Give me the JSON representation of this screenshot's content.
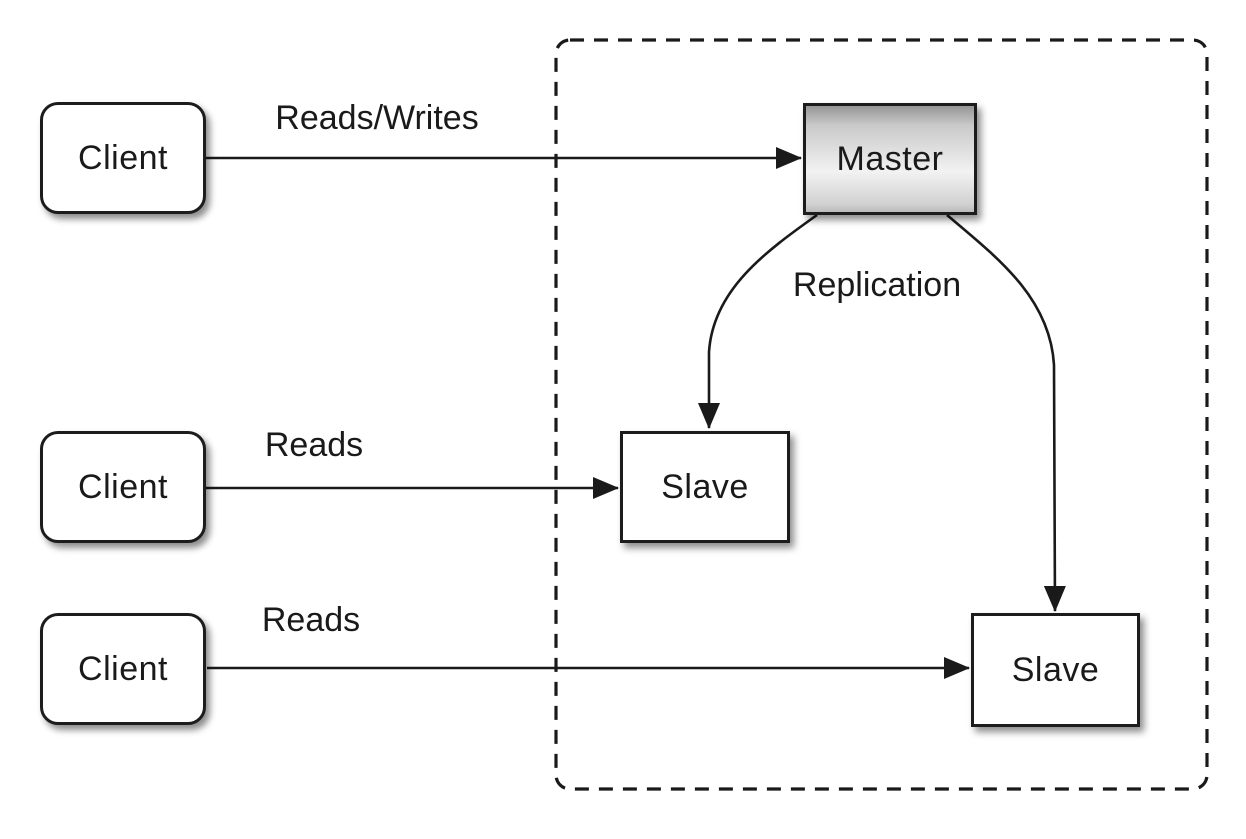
{
  "nodes": {
    "client_top": {
      "label": "Client"
    },
    "client_middle": {
      "label": "Client"
    },
    "client_bottom": {
      "label": "Client"
    },
    "master": {
      "label": "Master"
    },
    "slave_middle": {
      "label": "Slave"
    },
    "slave_bottom": {
      "label": "Slave"
    }
  },
  "edges": {
    "client_top_to_master": {
      "label": "Reads/Writes",
      "from": "client_top",
      "to": "master"
    },
    "client_middle_to_slave": {
      "label": "Reads",
      "from": "client_middle",
      "to": "slave_middle"
    },
    "client_bottom_to_slave": {
      "label": "Reads",
      "from": "client_bottom",
      "to": "slave_bottom"
    },
    "master_to_slaves": {
      "label": "Replication",
      "from": "master",
      "to": "slave_middle, slave_bottom"
    }
  },
  "groups": {
    "replication_boundary": {
      "style": "dashed",
      "contains": "master, slave_middle, slave_bottom"
    }
  },
  "colors": {
    "background": "#ffffff",
    "stroke": "#1a1a1a",
    "node_fill": "#ffffff",
    "master_gradient_top": "#969696",
    "master_gradient_mid": "#f2f2f2",
    "master_gradient_bottom": "#bcbcbc"
  }
}
